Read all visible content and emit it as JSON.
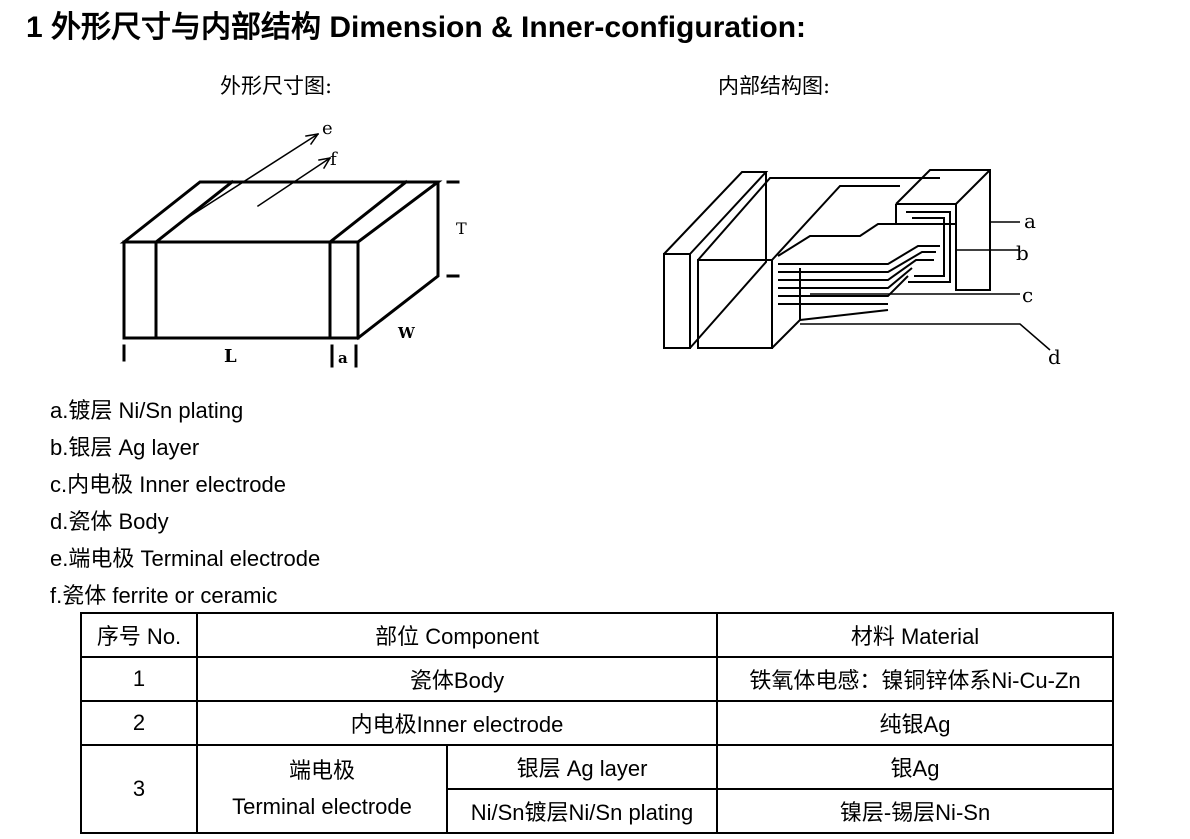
{
  "heading": "1  外形尺寸与内部结构 Dimension & Inner-configuration:",
  "dimension_figure": {
    "caption": "外形尺寸图:",
    "labels": {
      "e": "e",
      "f": "f",
      "T": "T",
      "L": "L",
      "a": "a",
      "W": "W"
    }
  },
  "inner_figure": {
    "caption": "内部结构图:",
    "labels": {
      "a": "a",
      "b": "b",
      "c": "c",
      "d": "d"
    }
  },
  "legend": [
    "a.镀层 Ni/Sn plating",
    "b.银层  Ag layer",
    "c.内电极 Inner electrode",
    "d.瓷体 Body",
    "e.端电极 Terminal electrode",
    "f.瓷体 ferrite or ceramic"
  ],
  "table": {
    "headers": {
      "no": "序号 No.",
      "component": "部位 Component",
      "material": "材料 Material"
    },
    "row1": {
      "no": "1",
      "component": "瓷体Body",
      "material": "铁氧体电感：镍铜锌体系Ni-Cu-Zn"
    },
    "row2": {
      "no": "2",
      "component": "内电极Inner electrode",
      "material": "纯银Ag"
    },
    "row3": {
      "no": "3",
      "component_line1": "端电极",
      "component_line2": "Terminal electrode",
      "sub1": {
        "component": "银层  Ag layer",
        "material": "银Ag"
      },
      "sub2": {
        "component": "Ni/Sn镀层Ni/Sn plating",
        "material": "镍层-锡层Ni-Sn"
      }
    }
  }
}
